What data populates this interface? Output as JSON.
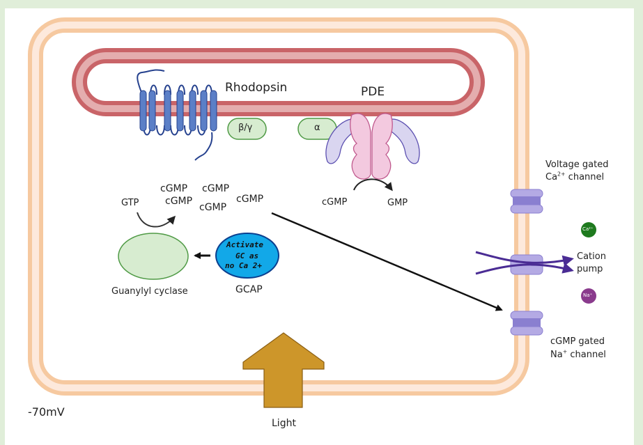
{
  "slide": {
    "title": "Phototransduction in rod cell (light condition)",
    "colors": {
      "frame": "#e0eed9",
      "cell_membrane": "#f6c9a0",
      "cell_membrane_inner": "#fde9dc",
      "disc_membrane": "#c96468",
      "disc_membrane_inner": "#e4adae",
      "rhodopsin": "#5b7fc7",
      "g_protein": "#d7ecd0",
      "pde_catalytic": "#f3c9df",
      "pde_inhibitory": "#d9d5f0",
      "gcap": "#12a8e8",
      "channel": "#a59ad9",
      "pump_arrow": "#4a2c94",
      "light_arrow": "#cd962a",
      "ca_ion": "#1e7a1e",
      "na_ion": "#8a3b8d"
    }
  },
  "labels": {
    "rhodopsin": "Rhodopsin",
    "pde": "PDE",
    "beta_gamma": "β/γ",
    "alpha": "α",
    "pde_substrate": "cGMP",
    "pde_product": "GMP",
    "gtp": "GTP",
    "cgmp_molecules": [
      "cGMP",
      "cGMP",
      "cGMP",
      "cGMP",
      "cGMP"
    ],
    "guanylyl_cyclase": "Guanylyl cyclase",
    "gcap": "GCAP",
    "gcap_note_lines": [
      "Activate",
      "GC as",
      "no Ca 2+"
    ],
    "voltage_channel_line1": "Voltage gated",
    "voltage_channel_ion": "Ca",
    "voltage_channel_charge": "2+",
    "voltage_channel_line2": " channel",
    "cation_pump_line1": "Cation",
    "cation_pump_line2": "pump",
    "ca_ion": "Ca²⁺",
    "na_ion": "Na⁺",
    "cgmp_channel_line1": "cGMP gated",
    "cgmp_channel_ion": "Na",
    "cgmp_channel_charge": "+",
    "cgmp_channel_line2": " channel",
    "membrane_potential": "-70mV",
    "light": "Light"
  }
}
